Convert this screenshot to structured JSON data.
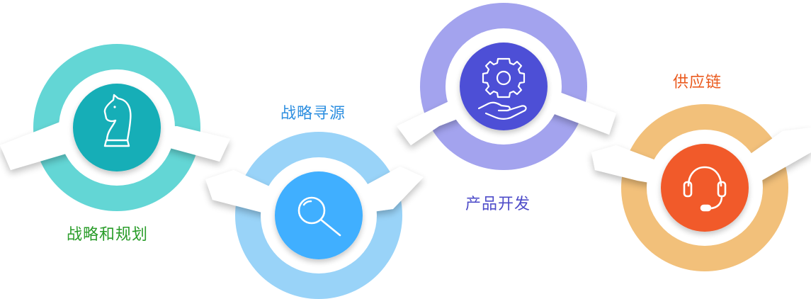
{
  "steps": [
    {
      "label": "战略和规划",
      "icon": "chess-knight-icon",
      "ring_color": "#63d6d5",
      "core_color": "#12aeb7",
      "label_color": "#2a9d2a"
    },
    {
      "label": "战略寻源",
      "icon": "magnifier-icon",
      "ring_color": "#99d3f8",
      "core_color": "#3fafff",
      "label_color": "#2e8fe0"
    },
    {
      "label": "产品开发",
      "icon": "gear-hand-icon",
      "ring_color": "#a3a3ee",
      "core_color": "#4e50d6",
      "label_color": "#4e4cc9"
    },
    {
      "label": "供应链",
      "icon": "headset-icon",
      "ring_color": "#f2c07a",
      "core_color": "#f15a2a",
      "label_color": "#ea5a1e"
    }
  ]
}
